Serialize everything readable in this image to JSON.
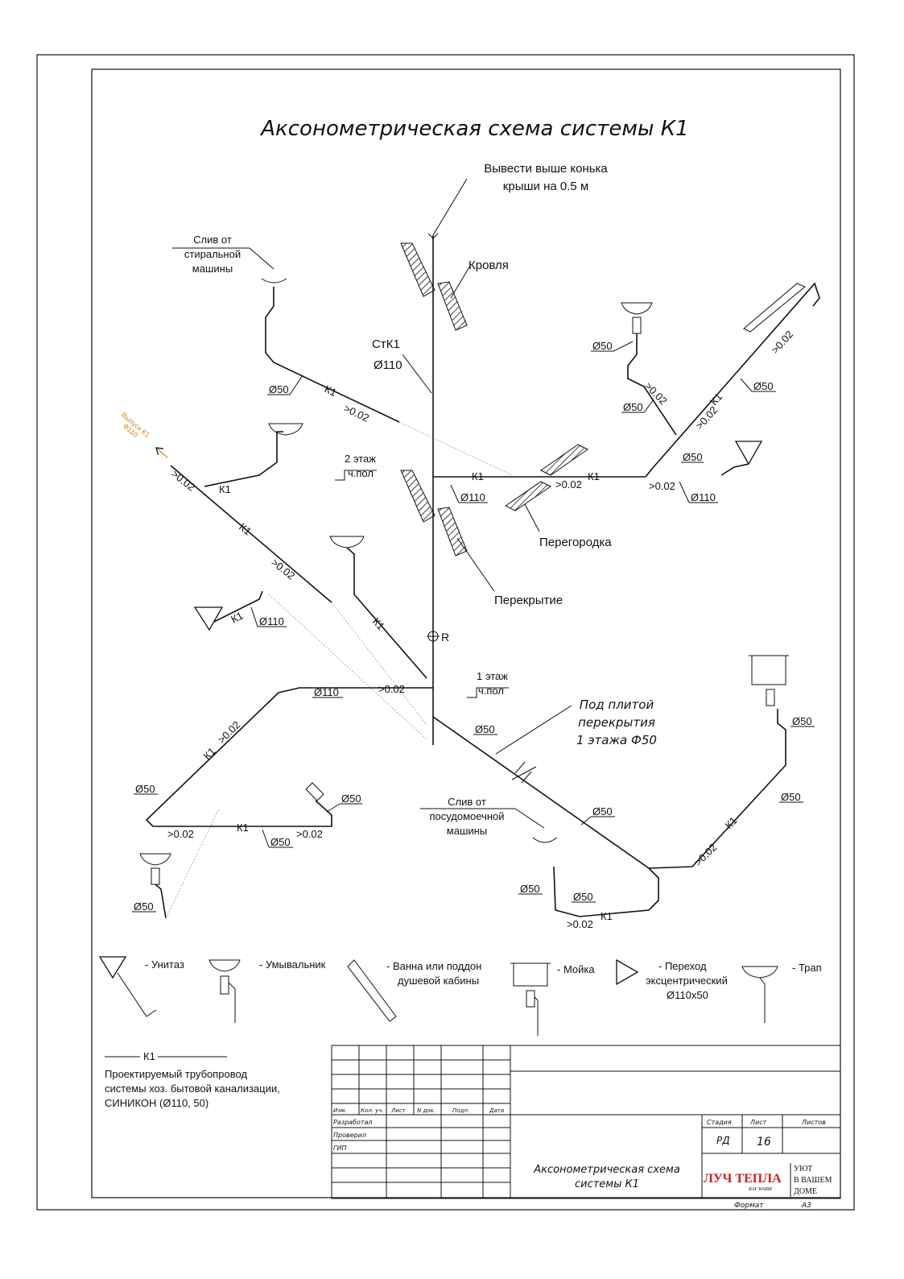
{
  "title": "Аксонометрическая схема системы К1",
  "riser": {
    "top_note": "Вывести выше конька крыши на 0.5 м",
    "name": "СтК1",
    "diam": "Ø110",
    "cleanout": "R"
  },
  "labels": {
    "roof": "Кровля",
    "partition": "Перегородка",
    "slab": "Перекрытие",
    "washer": "Слив от стиральной машины",
    "dishwasher": "Слив от посудомоечной машины",
    "floor2": "2 этаж",
    "floor1": "1 этаж",
    "floor_mark": "ч.пол",
    "under_slab": "Под плитой перекрытия 1 этажа Ф50",
    "outlet": "Выпуск К1 Ф110"
  },
  "line": {
    "code": "К1",
    "slope": ">0.02",
    "d110": "Ø110",
    "d50": "Ø50"
  },
  "legend": {
    "toilet": "- Унитаз",
    "basin": "- Умывальник",
    "bath": "- Ванна или поддон душевой кабины",
    "sink": "- Мойка",
    "reducer": "- Переход эксцентрический Ø110x50",
    "drain": "- Трап",
    "pipe_code": "К1",
    "pipe_desc": "Проектируемый трубопровод системы хоз. бытовой канализации, СИНИКОН (Ø110, 50)"
  },
  "stamp": {
    "cols": [
      "Изм.",
      "Кол. уч.",
      "Лист",
      "N док.",
      "Подп.",
      "Дата"
    ],
    "rows": [
      "Разработал",
      "Проверил",
      "ГИП"
    ],
    "stage_h": "Стадия",
    "sheet_h": "Лист",
    "sheets_h": "Листов",
    "stage": "РД",
    "sheet": "16",
    "doc_title": "Аксонометрическая схема системы К1",
    "logo_main": "ЛУЧ ТЕПЛА",
    "logo_sub": "RAY WARM",
    "logo_side": "УЮТ В ВАШЕМ ДОМЕ",
    "format_h": "Формат",
    "format": "А3"
  },
  "colors": {
    "ink": "#111111",
    "outlet": "#d98a1c",
    "logo_red": "#d01f1f"
  }
}
